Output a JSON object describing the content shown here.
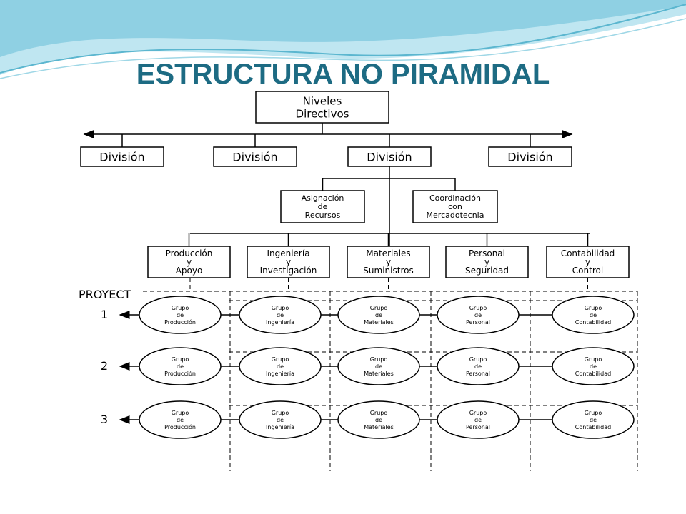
{
  "title": "ESTRUCTURA NO PIRAMIDAL",
  "colors": {
    "title": "#1d6b83",
    "wave": "#7ec8dd",
    "line": "#000000"
  },
  "top": {
    "line1": "Niveles",
    "line2": "Directivos"
  },
  "divisions": [
    "División",
    "División",
    "División",
    "División"
  ],
  "staff": [
    {
      "lines": [
        "Asignación",
        "de",
        "Recursos"
      ]
    },
    {
      "lines": [
        "Coordinación",
        "con",
        "Mercadotecnia"
      ]
    }
  ],
  "departments": [
    {
      "lines": [
        "Producción",
        "y",
        "Apoyo"
      ]
    },
    {
      "lines": [
        "Ingeniería",
        "y",
        "Investigación"
      ]
    },
    {
      "lines": [
        "Materiales",
        "y",
        "Suministros"
      ]
    },
    {
      "lines": [
        "Personal",
        "y",
        "Seguridad"
      ]
    },
    {
      "lines": [
        "Contabilidad",
        "y",
        "Control"
      ]
    }
  ],
  "project_label": "PROYECT",
  "projects": [
    "1",
    "2",
    "3"
  ],
  "groups": [
    {
      "lines": [
        "Grupo",
        "de",
        "Producción"
      ]
    },
    {
      "lines": [
        "Grupo",
        "de",
        "Ingeniería"
      ]
    },
    {
      "lines": [
        "Grupo",
        "de",
        "Materiales"
      ]
    },
    {
      "lines": [
        "Grupo",
        "de",
        "Personal"
      ]
    },
    {
      "lines": [
        "Grupo",
        "de",
        "Contabilidad"
      ]
    }
  ]
}
